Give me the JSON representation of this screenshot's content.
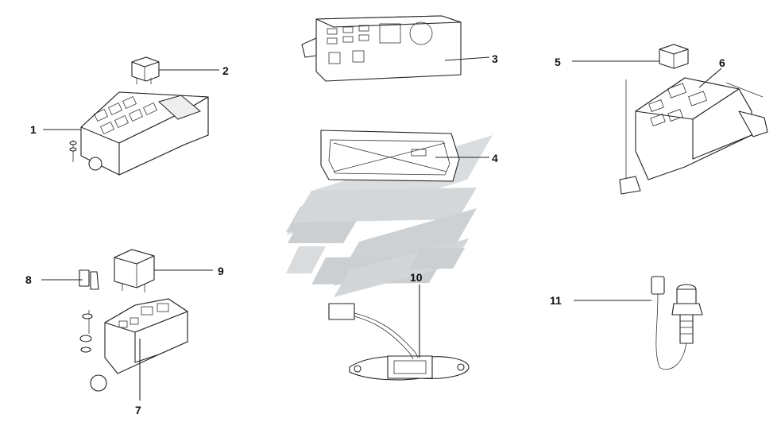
{
  "colors": {
    "watermark": "#c9cdd0",
    "watermark_light": "#dde0e2",
    "line": "#222222"
  },
  "callouts": [
    {
      "id": "1",
      "label": "1"
    },
    {
      "id": "2",
      "label": "2"
    },
    {
      "id": "3",
      "label": "3"
    },
    {
      "id": "4",
      "label": "4"
    },
    {
      "id": "5",
      "label": "5"
    },
    {
      "id": "6",
      "label": "6"
    },
    {
      "id": "7",
      "label": "7"
    },
    {
      "id": "8",
      "label": "8"
    },
    {
      "id": "9",
      "label": "9"
    },
    {
      "id": "10",
      "label": "10"
    },
    {
      "id": "11",
      "label": "11"
    }
  ]
}
